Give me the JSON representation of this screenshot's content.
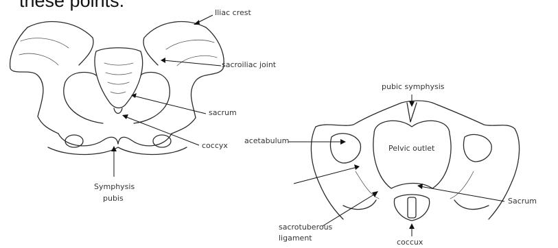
{
  "header_text": "these points.",
  "figure_left": {
    "labels": {
      "iliac_crest": "Iliac crest",
      "sacroiliac_joint": "sacroiliac joint",
      "sacrum": "sacrum",
      "coccyx": "coccyx",
      "symphysis_line1": "Symphysis",
      "symphysis_line2": "pubis"
    }
  },
  "figure_right": {
    "labels": {
      "pubic_symphysis": "pubic symphysis",
      "acetabulum": "acetabulum",
      "pelvic_outlet": "Pelvic outlet",
      "sacrum": "Sacrum",
      "sacrotuberous_line1": "sacrotuberous",
      "sacrotuberous_line2": "ligament",
      "coccyx": "coccux"
    }
  }
}
